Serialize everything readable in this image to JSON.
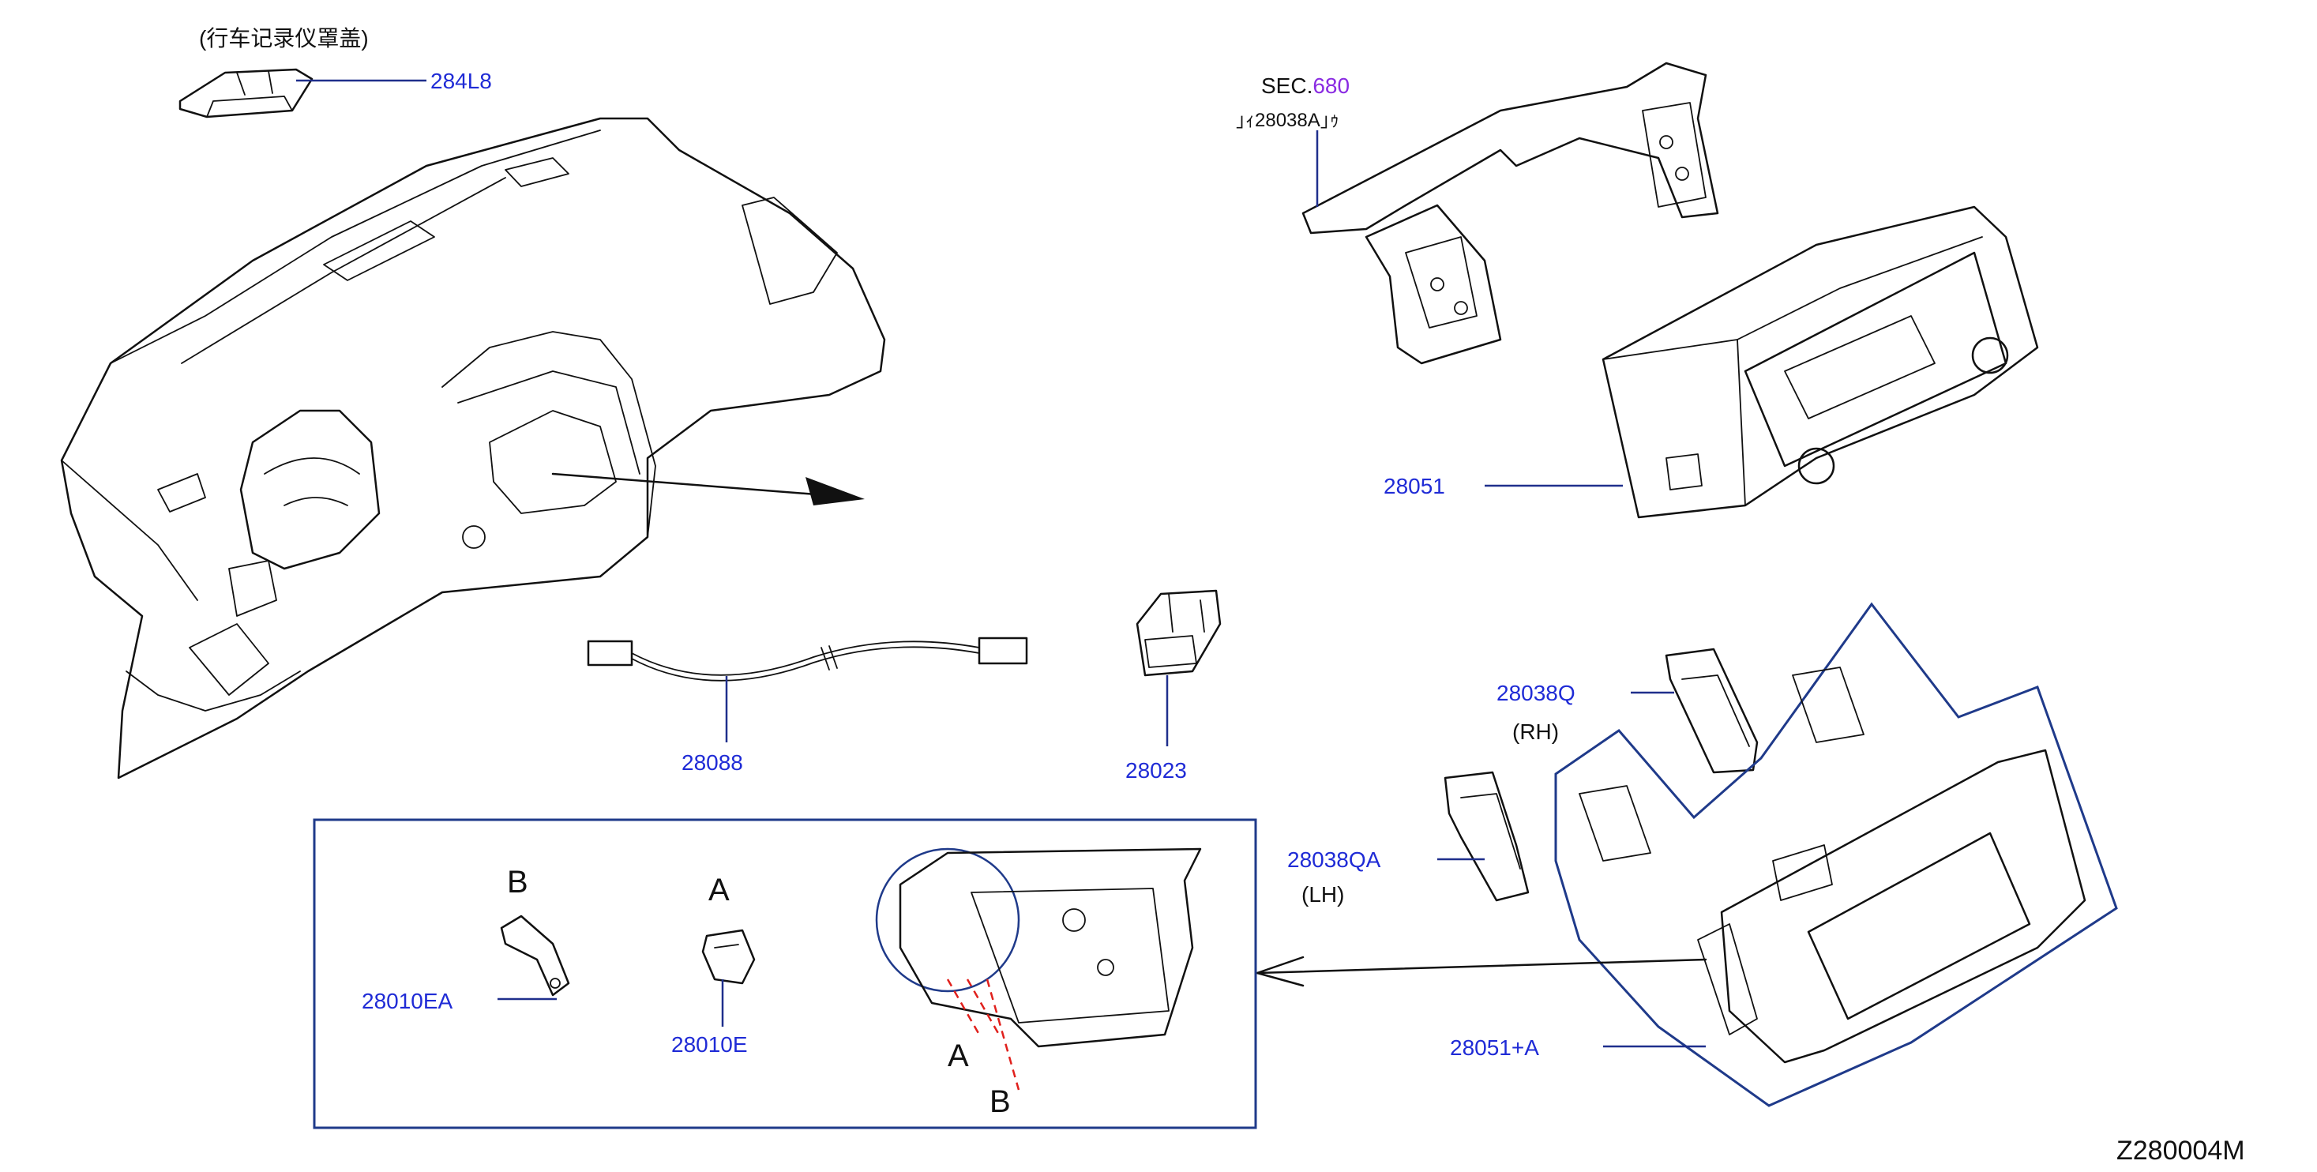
{
  "diagram": {
    "code": "Z280004M",
    "colors": {
      "label": "#1f2bd6",
      "outline": "#1f3a8a",
      "line": "#111111",
      "sec_number": "#8a2be2",
      "dashed": "#e0201c"
    },
    "cover_note": "(行车记录仪罩盖)",
    "sec_prefix": "SEC.",
    "sec_number": "680",
    "sec_ref": "｣ｨ28038A｣ｩ",
    "parts": {
      "p284L8": "284L8",
      "p28088": "28088",
      "p28023": "28023",
      "p28051": "28051",
      "p28038Q": "28038Q",
      "rh": "(RH)",
      "p28038QA": "28038QA",
      "lh": "(LH)",
      "p28051A": "28051+A",
      "p28010EA": "28010EA",
      "p28010E": "28010E"
    },
    "callouts": {
      "a1": "A",
      "b1": "B",
      "a2": "A",
      "b2": "B"
    }
  }
}
